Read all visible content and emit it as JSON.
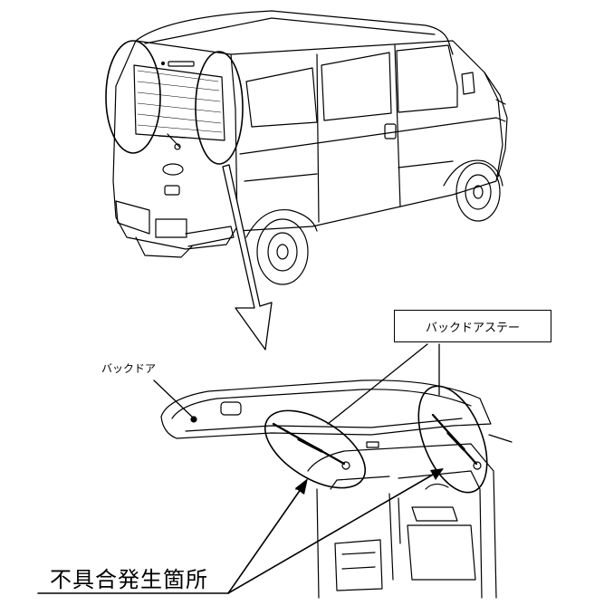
{
  "labels": {
    "back_door_stay": "バックドアステー",
    "back_door": "バックドア",
    "defect_location": "不具合発生箇所"
  },
  "colors": {
    "line": "#000000",
    "background": "#ffffff"
  }
}
